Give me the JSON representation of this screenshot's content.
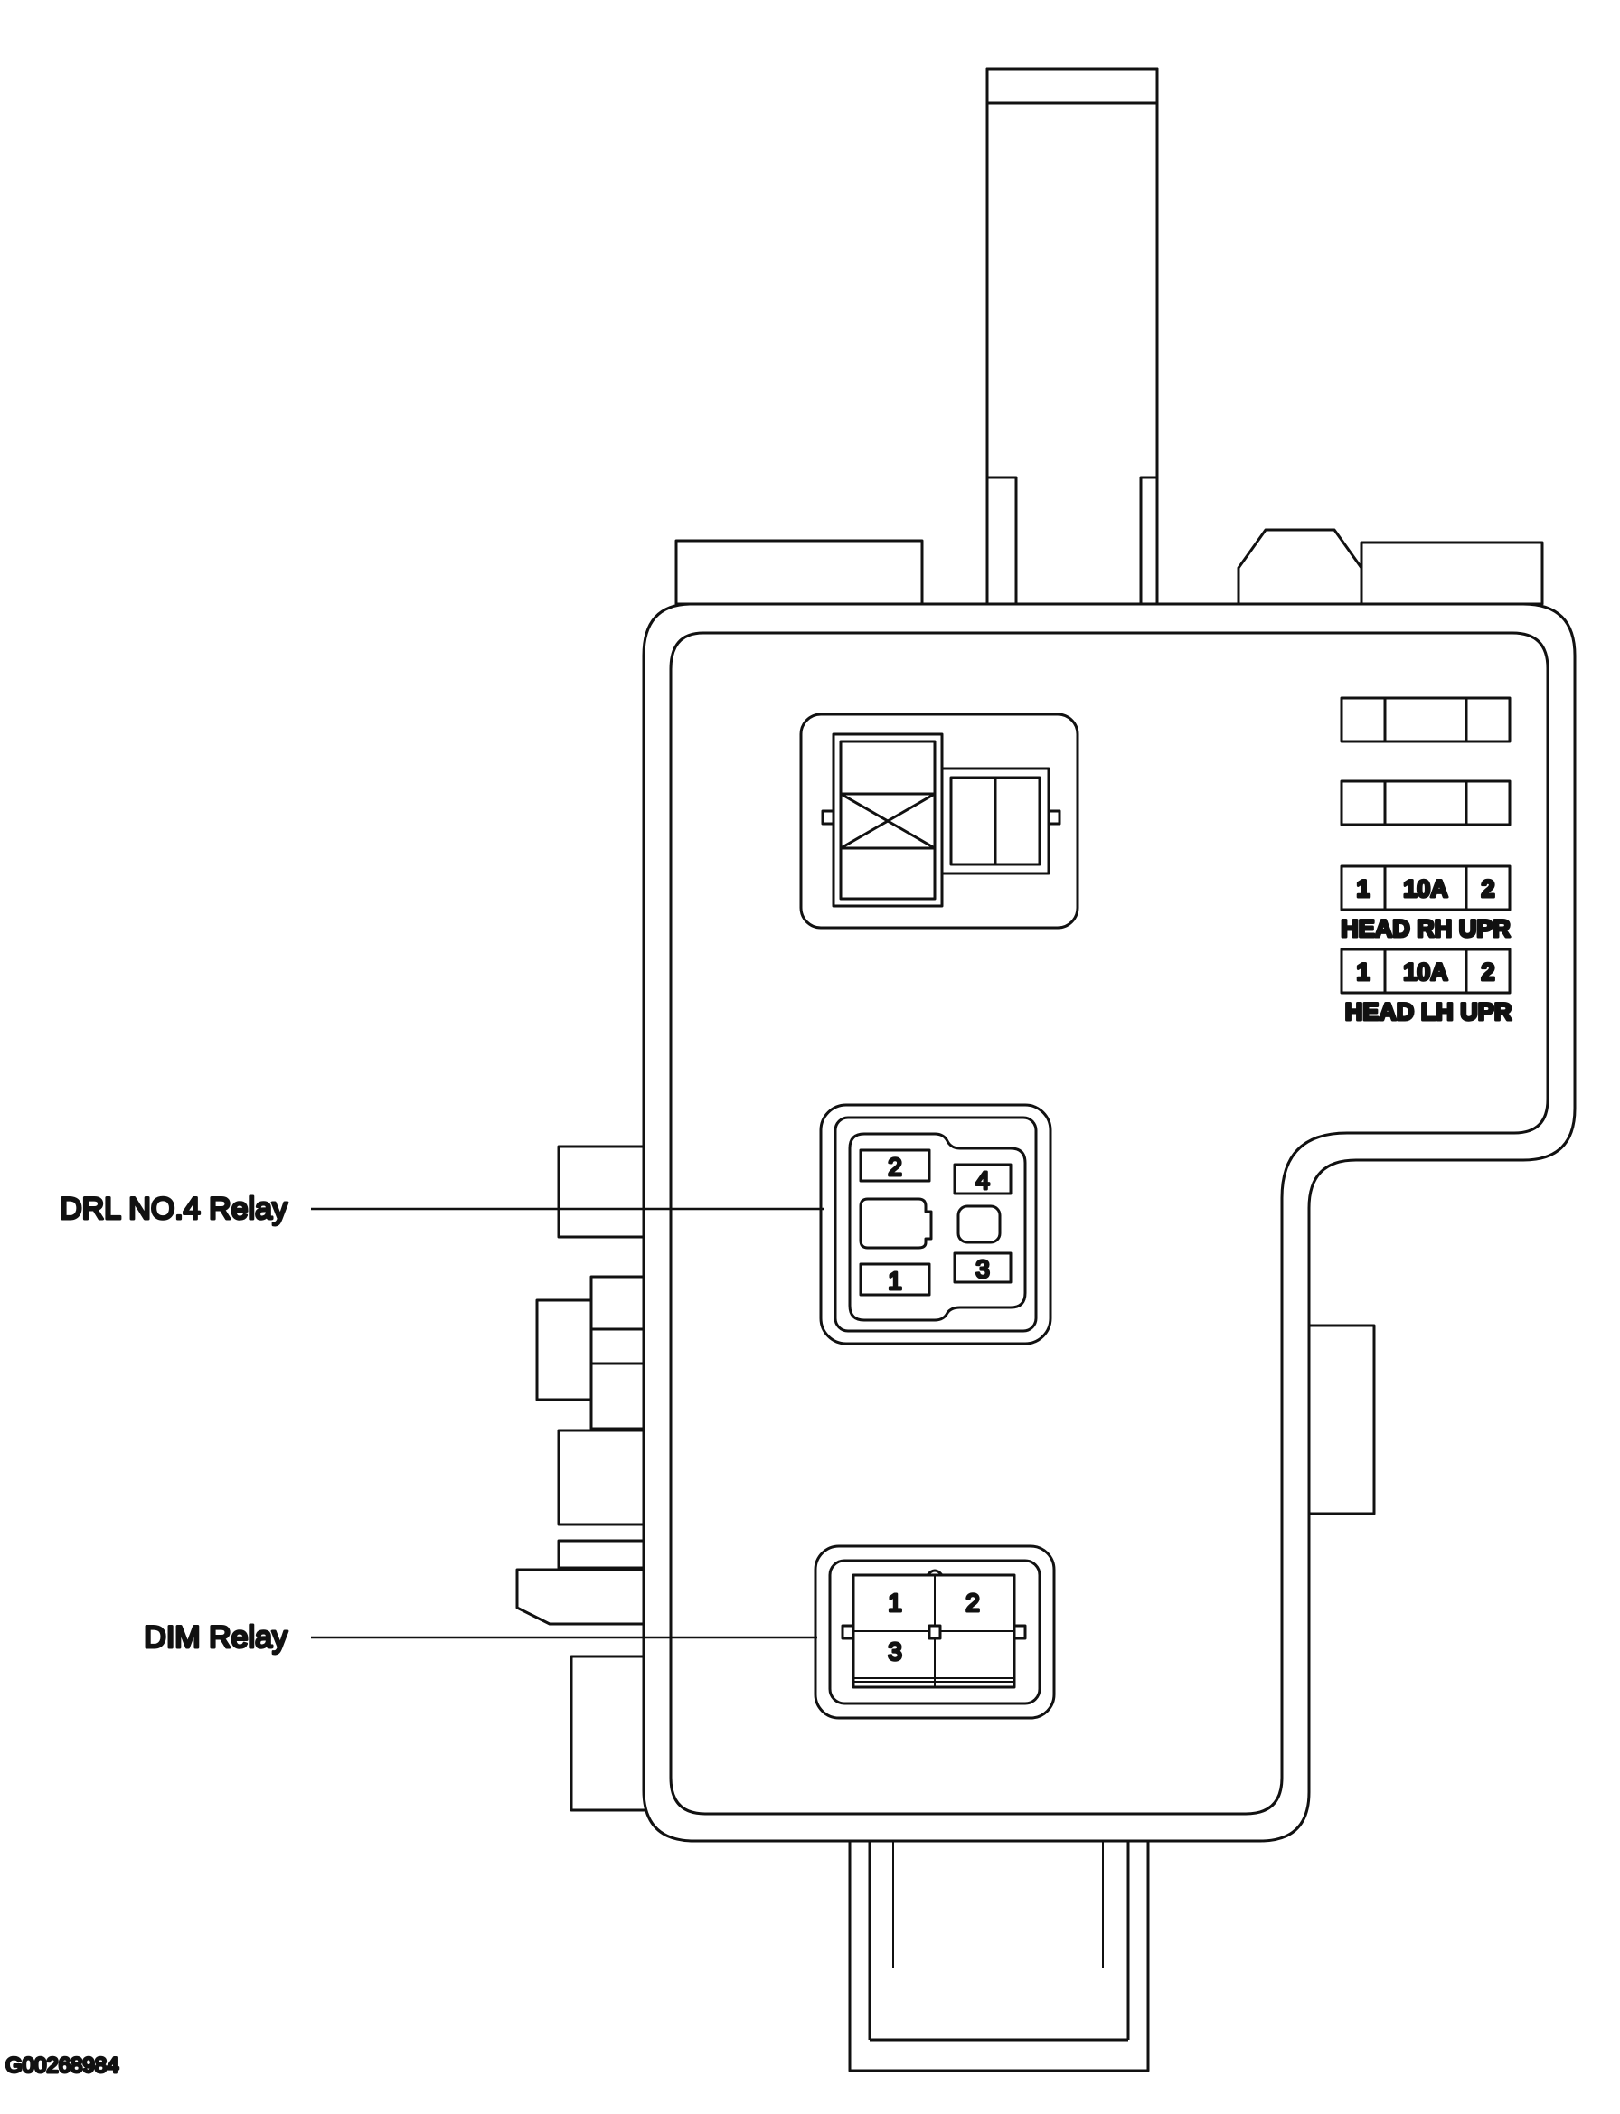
{
  "labels": {
    "drl_relay": "DRL NO.4 Relay",
    "dim_relay": "DIM Relay"
  },
  "fuses": [
    {
      "pin_left": "1",
      "rating": "10A",
      "pin_right": "2",
      "name": "HEAD RH UPR"
    },
    {
      "pin_left": "1",
      "rating": "10A",
      "pin_right": "2",
      "name": "HEAD LH UPR"
    }
  ],
  "drl_relay_pins": [
    "2",
    "4",
    "1",
    "3"
  ],
  "dim_relay_pins": [
    "1",
    "2",
    "3"
  ],
  "figure_code": "G00268984"
}
